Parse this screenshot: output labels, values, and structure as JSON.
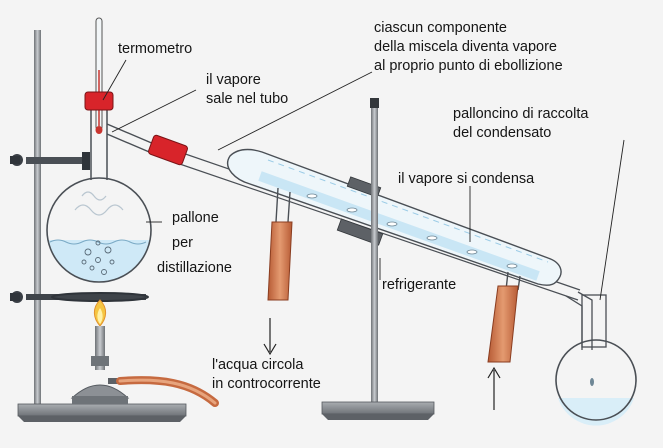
{
  "labels": {
    "termometro": "termometro",
    "vapore_sale_1": "il vapore",
    "vapore_sale_2": "sale nel tubo",
    "componente_1": "ciascun componente",
    "componente_2": "della miscela diventa vapore",
    "componente_3": "al proprio punto di ebollizione",
    "palloncino_1": "palloncino di raccolta",
    "palloncino_2": "del condensato",
    "condensa": "il vapore si condensa",
    "pallone_1": "pallone",
    "pallone_2": "per",
    "pallone_3": "distillazione",
    "refrigerante": "refrigerante",
    "acqua_1": "l'acqua circola",
    "acqua_2": "in controcorrente"
  },
  "colors": {
    "background": "#f4f4f4",
    "stand_metal": "#8e9296",
    "stopper_red": "#d8242a",
    "rubber_tube": "#d0774a",
    "clamp_dark": "#3a3f46",
    "leader_line": "#222222",
    "water": "#b8dff3"
  }
}
